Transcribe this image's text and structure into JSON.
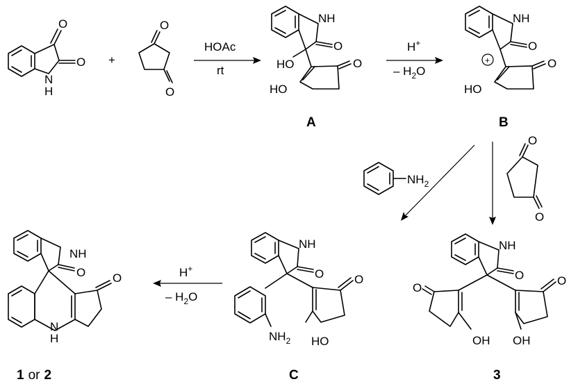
{
  "atoms": {
    "O": "O",
    "NH": "NH",
    "N": "N",
    "H": "H",
    "HO": "HO",
    "OH": "OH",
    "NH2_main": "NH",
    "NH2_sub": "2",
    "charge": "+"
  },
  "conditions": {
    "step1_top": "HOAc",
    "step1_bottom": "rt",
    "step2_top_main": "H",
    "step2_top_sup": "+",
    "step2_bottom_main": "– H",
    "step2_bottom_sub": "2",
    "step2_bottom_tail": "O",
    "step3_top_main": "H",
    "step3_top_sup": "+",
    "step3_bottom_main": "– H",
    "step3_bottom_sub": "2",
    "step3_bottom_tail": "O"
  },
  "plus_sign": "+",
  "labels": {
    "A": "A",
    "B": "B",
    "C": "C",
    "product_3": "3",
    "product_1": "1",
    "or_text": "or",
    "product_2": "2"
  }
}
